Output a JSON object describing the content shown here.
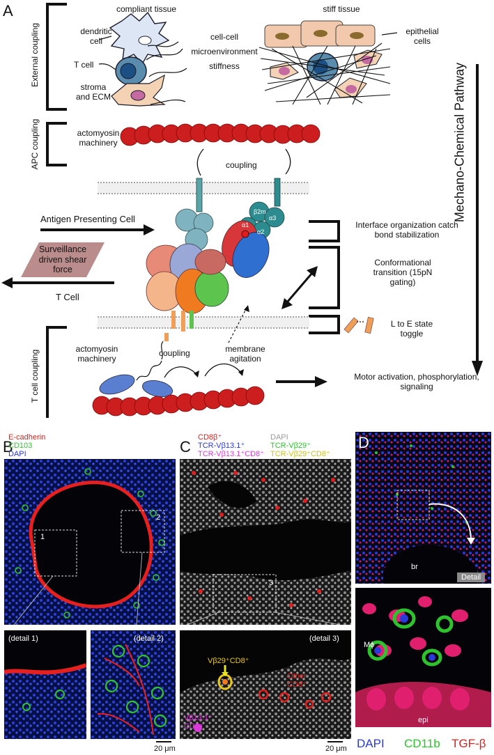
{
  "panelA": {
    "letter": "A",
    "external_coupling": "External coupling",
    "apc_coupling": "APC coupling",
    "tcell_coupling": "T cell coupling",
    "compliant_tissue": "compliant tissue",
    "stiff_tissue": "stiff tissue",
    "dendritic_cell": "dendritic cell",
    "t_cell": "T cell",
    "stroma_ecm": "stroma and ECM",
    "cell_cell": "cell-cell",
    "microenvironment": "microenvironment",
    "stiffness": "stiffness",
    "epithelial_cells": "epithelial cells",
    "actomyosin_top": "actomyosin machinery",
    "coupling_top": "coupling",
    "b2m": "β2m",
    "a1": "α1",
    "a2": "α2",
    "a3": "α3",
    "apc_label": "Antigen Presenting Cell",
    "shear_force": "Surveillance driven shear force",
    "t_cell_arrow": "T Cell",
    "interface_org": "Interface organization catch bond stabilization",
    "conformational": "Conformational transition (15pN gating)",
    "l_to_e": "L to E state toggle",
    "actomyosin_bottom": "actomyosin machinery",
    "coupling_bottom": "coupling",
    "membrane_agitation": "membrane agitation",
    "motor_activation": "Motor activation, phosphorylation, signaling",
    "pathway": "Mechano-Chemical Pathway"
  },
  "panelB": {
    "letter": "B",
    "legend": [
      "E-cadherin",
      "CD103",
      "DAPI"
    ],
    "legend_colors": [
      "#e0201e",
      "#2fc22f",
      "#2a39d8"
    ],
    "box1": "1",
    "box2": "2",
    "detail1": "(detail 1)",
    "detail2": "(detail 2)",
    "scale": "20 μm"
  },
  "panelC": {
    "letter": "C",
    "legend_left": [
      "CD8β⁺",
      "TCR-Vβ13.1⁺",
      "TCR-Vβ13.1⁺CD8⁺"
    ],
    "legend_left_colors": [
      "#e0201e",
      "#2a39d8",
      "#d93ad9"
    ],
    "legend_right": [
      "DAPI",
      "TCR-Vβ29⁺",
      "TCR-Vβ29⁺CD8⁺"
    ],
    "legend_right_colors": [
      "#9a9a9a",
      "#2fc22f",
      "#c8c21a"
    ],
    "box3": "3",
    "detail3": "(detail 3)",
    "vb29cd8": "Vβ29⁺CD8⁺",
    "other_cd8": "Other CD8⁺",
    "vb131cd8": "Vβ13.1⁺ CD8⁺",
    "scale": "20 μm"
  },
  "panelD": {
    "letter": "D",
    "br": "br",
    "detail": "Detail",
    "mphi": "Mϕ",
    "epi": "epi",
    "bottom_legend": [
      "DAPI",
      "CD11b",
      "TGF-β"
    ],
    "bottom_legend_colors": [
      "#2a39d8",
      "#2fc22f",
      "#e0201e"
    ]
  }
}
